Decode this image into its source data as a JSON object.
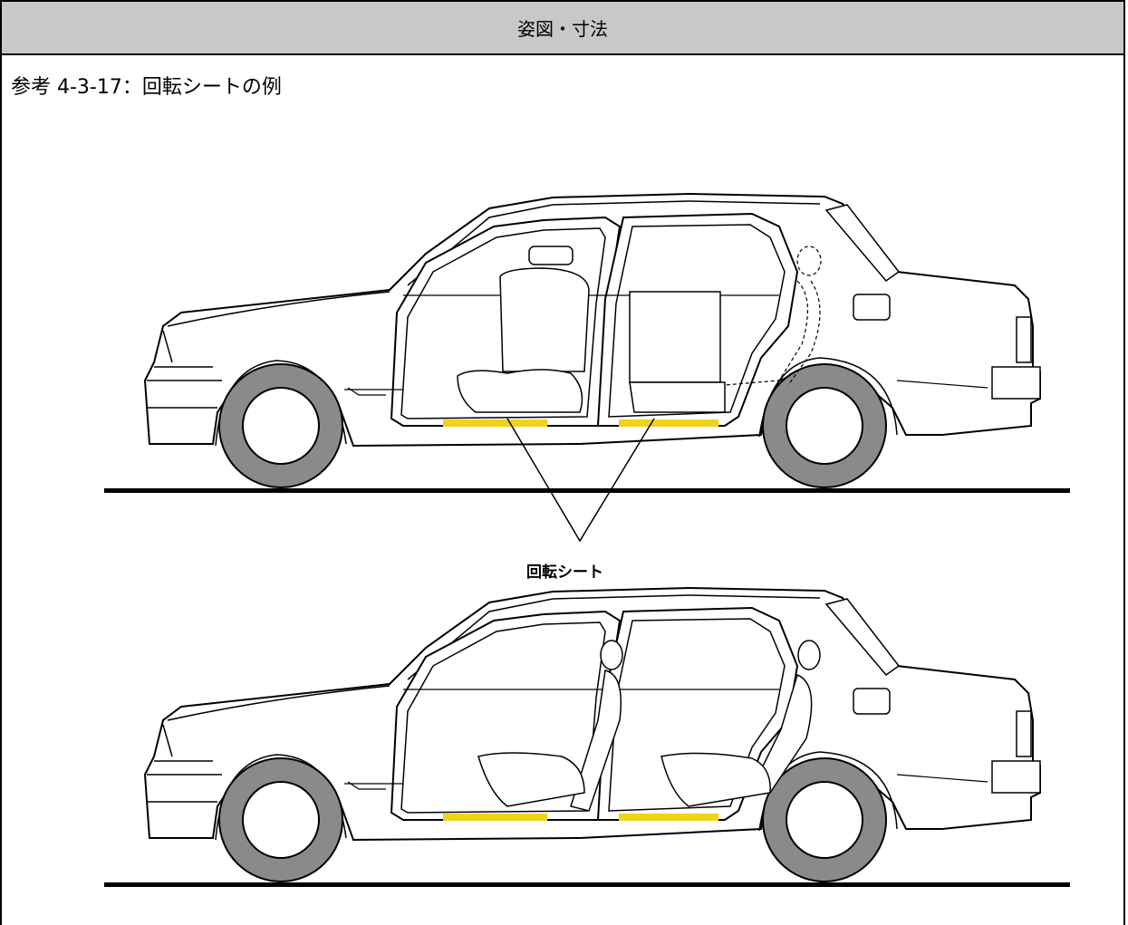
{
  "header": {
    "title": "姿図・寸法"
  },
  "subtitle": "参考 4-3-17：回転シートの例",
  "diagram": {
    "callout_label": "回転シート",
    "colors": {
      "highlight": "#f2d21b",
      "tire": "#8a8a8a",
      "line": "#000000",
      "ground": "#000000"
    },
    "icons": [
      "car-side-icon",
      "swivel-seat-icon"
    ]
  }
}
